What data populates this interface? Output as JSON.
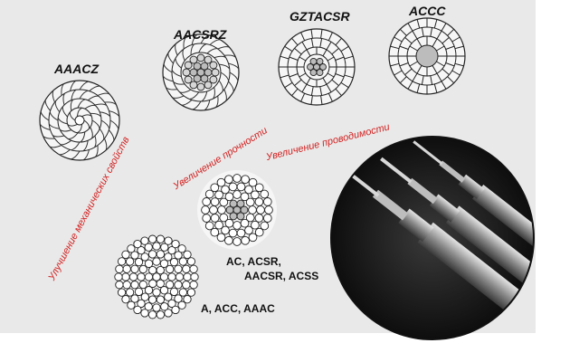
{
  "labels": {
    "aaacz": "AAACZ",
    "aacsrz": "AACSRZ",
    "gztacsr": "GZTACSR",
    "accc": "ACCC",
    "ac_line1": "AC, ACSR,",
    "ac_line2": "AACSR, ACSS",
    "a_line": "A, ACC, AAAC"
  },
  "arrows": {
    "mechanical": "Улучшение механических свойств",
    "strength": "Увеличение прочности",
    "conductivity": "Увеличение проводимости"
  },
  "colors": {
    "background": "#e9e9e9",
    "arrow_text": "#d32020",
    "core_fill": "#bcbcbc"
  }
}
